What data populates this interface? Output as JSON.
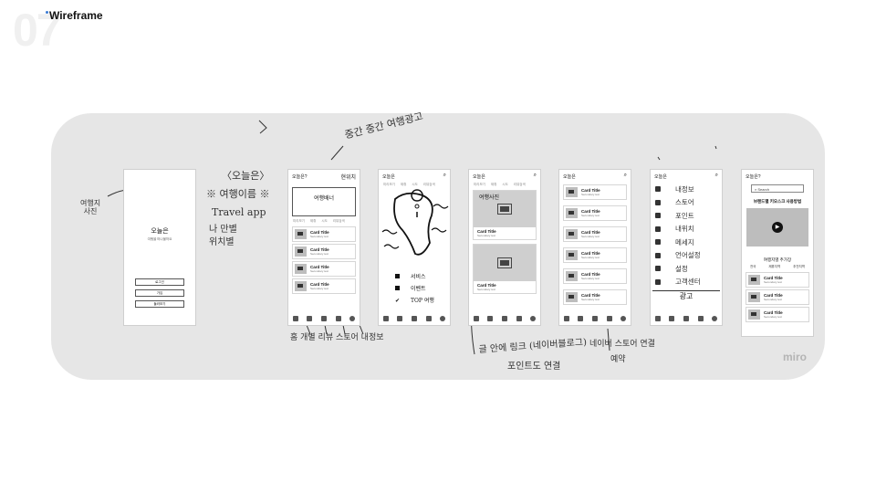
{
  "page": {
    "number": "07",
    "title": "Wireframe"
  },
  "board": {
    "watermark": "miro"
  },
  "notes": {
    "travel_photo": "여행지\n사진",
    "brand": "〈오늘은〉",
    "brand_sub": "※ 여행이름 ※",
    "travel_app": "Travel app",
    "my_location": "나 만별\n위치별",
    "top_banner": "중간 중간 여행광고",
    "bottom_nav": "홈  개별  리뷰  스토어  내정보",
    "blog_link": "글 안에 링크 (네이버블로그)",
    "point_link": "포인트도 연결",
    "naver_store": "네이버 스토어 연결",
    "ad": "광고",
    "reserve": "예약"
  },
  "screens": {
    "splash": {
      "brand": "오늘은",
      "subtitle": "여행을 떠나볼까요",
      "buttons": [
        "로그인",
        "가입",
        "둘러보기"
      ]
    },
    "home": {
      "brand": "오늘은?",
      "location": "현위치",
      "banner": "여행배너",
      "tabs": [
        "미리보기",
        "제휴",
        "시도",
        "리뷰검색"
      ]
    },
    "map": {
      "brand": "오늘은",
      "tabs": [
        "미리보기",
        "제휴",
        "시도",
        "리뷰검색"
      ],
      "list": [
        "서비스",
        "이벤트",
        "TOP 여행"
      ]
    },
    "blog": {
      "brand": "오늘은",
      "tabs": [
        "미리보기",
        "제휴",
        "시도",
        "리뷰검색"
      ],
      "image_label": "여행사진"
    },
    "list": {
      "brand": "오늘은"
    },
    "menu": {
      "brand": "오늘은",
      "items": [
        "내정보",
        "스토어",
        "포인트",
        "내위치",
        "메세지",
        "언어설정",
        "설정",
        "고객센터"
      ],
      "footer": "광고"
    },
    "store": {
      "brand": "오늘은?",
      "search_placeholder": "Search",
      "headline": "브랜드별 키오스크 사용방법",
      "section": "여행지별 추가장",
      "chips": [
        "전국",
        "제휴지역",
        "추천지역"
      ]
    }
  },
  "card": {
    "title": "Card Title",
    "secondary": "Secondary text"
  },
  "colors": {
    "board": "#e6e6e6",
    "accent": "#3a7bd5",
    "placeholder": "#bdbdbd"
  }
}
